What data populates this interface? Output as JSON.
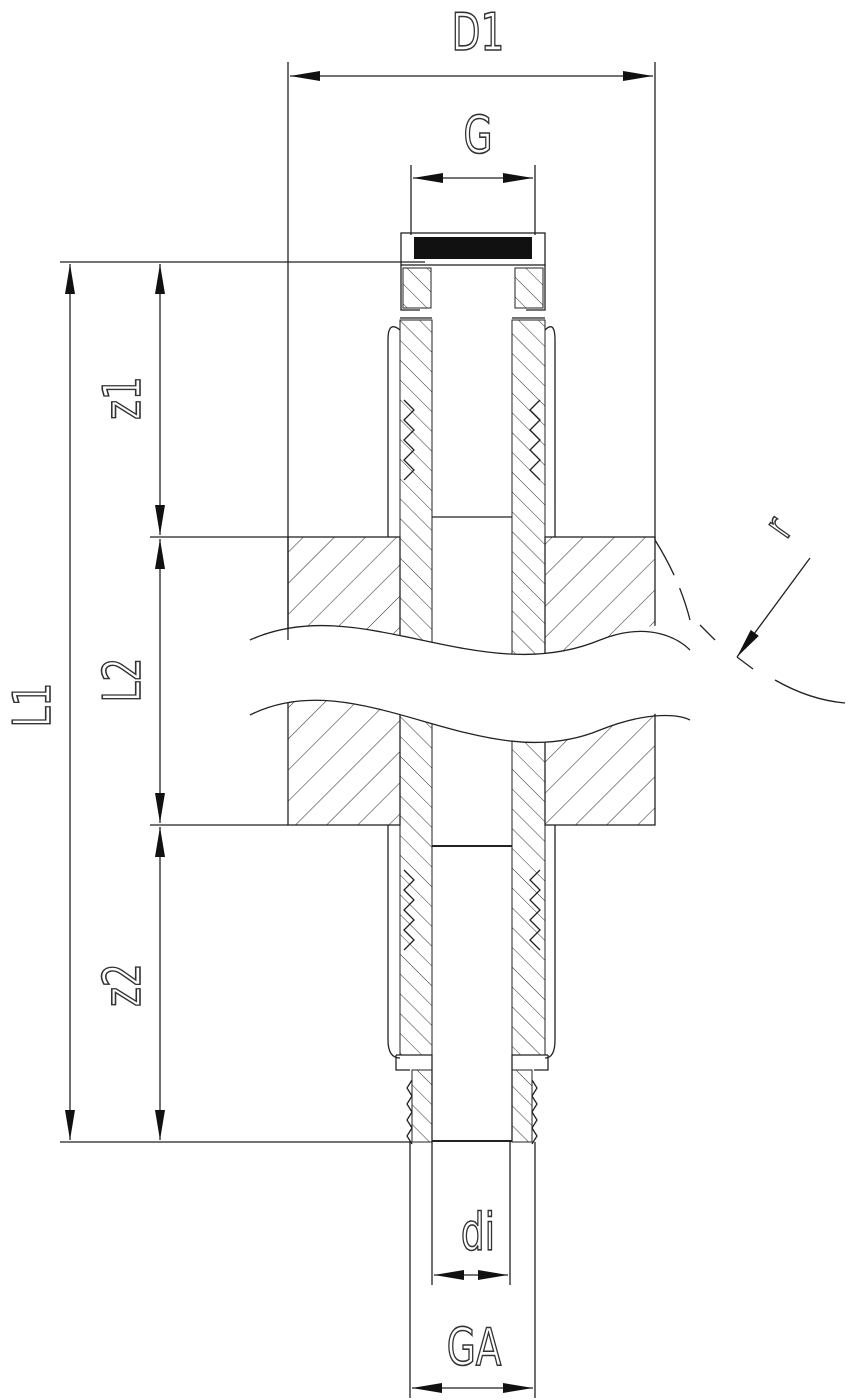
{
  "drawing": {
    "labels": {
      "D1": "D1",
      "G": "G",
      "z1": "z1",
      "L2": "L2",
      "L1": "L1",
      "z2": "z2",
      "di": "di",
      "GA": "GA",
      "r": "r"
    },
    "colors": {
      "line": "#222222",
      "thread_fill": "#111111",
      "background": "#ffffff"
    }
  }
}
